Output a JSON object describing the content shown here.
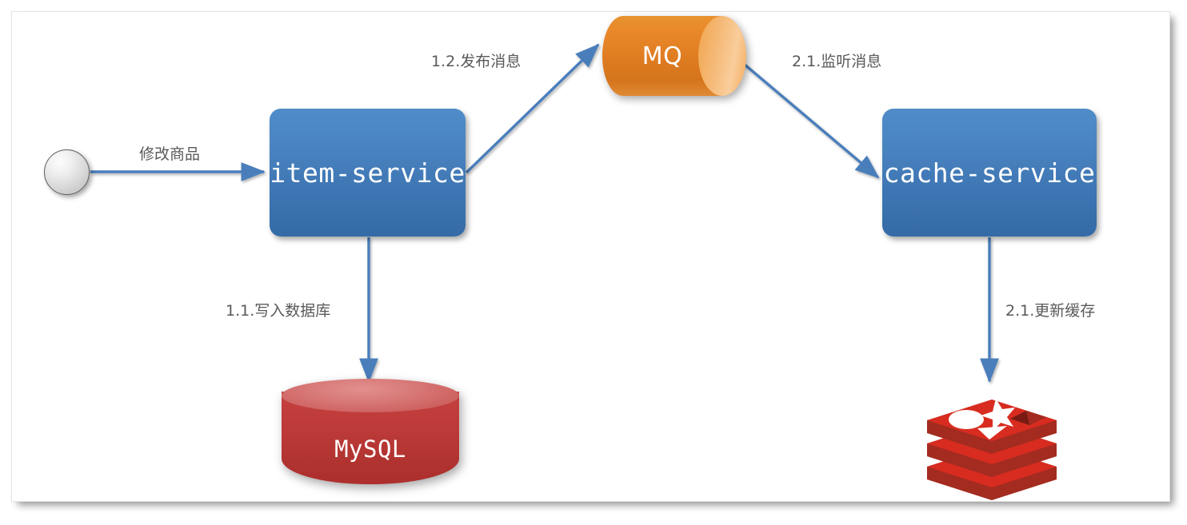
{
  "diagram": {
    "title": "Cache update via MQ architecture flow",
    "background": "#ffffff",
    "arrow_color": "#4a7ebb",
    "label_color": "#595959",
    "nodes": {
      "start": {
        "name": "start-circle",
        "shape": "circle",
        "label": ""
      },
      "item_service": {
        "name": "item-service",
        "shape": "rounded-rect",
        "label": "item-service",
        "color": "#3f7cb8"
      },
      "mq": {
        "name": "mq",
        "shape": "horizontal-cylinder",
        "label": "MQ",
        "color": "#e07d22"
      },
      "cache_service": {
        "name": "cache-service",
        "shape": "rounded-rect",
        "label": "cache-service",
        "color": "#3f7cb8"
      },
      "mysql": {
        "name": "mysql",
        "shape": "vertical-cylinder",
        "label": "MySQL",
        "color": "#bd3a38"
      },
      "redis": {
        "name": "redis",
        "shape": "logo",
        "label": "",
        "color": "#d82c20"
      }
    },
    "edges": [
      {
        "id": "e1",
        "from": "start",
        "to": "item_service",
        "label": "修改商品"
      },
      {
        "id": "e2",
        "from": "item_service",
        "to": "mq",
        "label": "1.2.发布消息"
      },
      {
        "id": "e3",
        "from": "mq",
        "to": "cache_service",
        "label": "2.1.监听消息"
      },
      {
        "id": "e4",
        "from": "item_service",
        "to": "mysql",
        "label": "1.1.写入数据库"
      },
      {
        "id": "e5",
        "from": "cache_service",
        "to": "redis",
        "label": "2.1.更新缓存"
      }
    ]
  }
}
